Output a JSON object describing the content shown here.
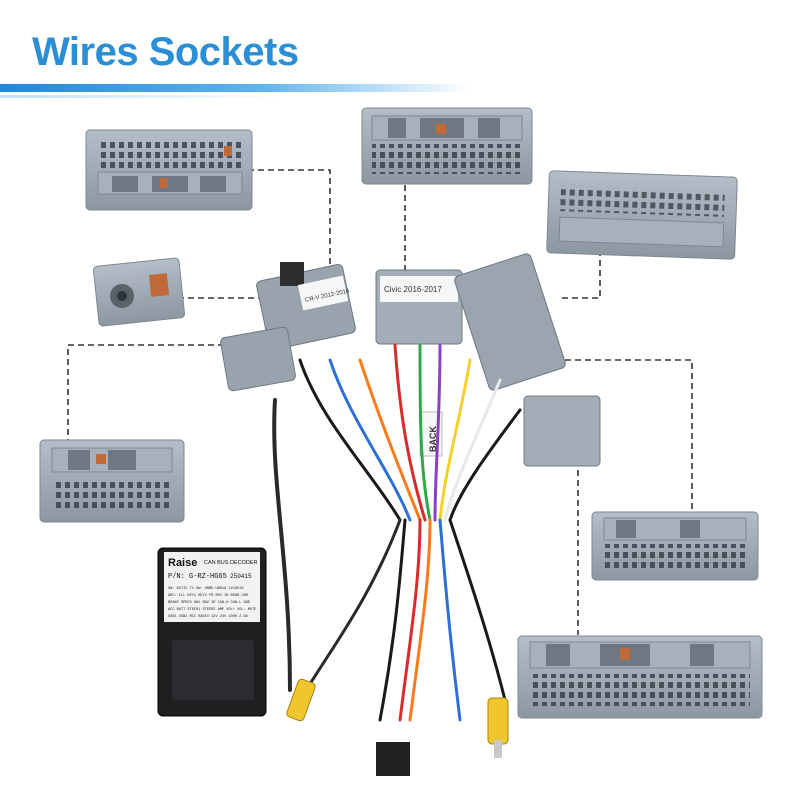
{
  "title": "Wires Sockets",
  "colors": {
    "title": "#2a8fd6",
    "connector": "#9aa5b0",
    "connector_dark": "#6e7882",
    "dashed_line": "#333333"
  },
  "tags": {
    "back": "BACK",
    "civic": "Civic 2016-2017",
    "crv": "CR-V 2012-2016"
  },
  "decoder": {
    "brand": "Raise",
    "type": "CAN BUS DECODER",
    "part_number": "P/N: G-RZ-HG65",
    "date_code": "250415",
    "line1": "SW: KOTIC T1   HW: HNMD-UB816   1210516",
    "line2": "ARC: ILL KEY1 KEY2 FR REV IN REAR CAM",
    "line3": "BRAKE SPEED SW1 SW2 IR CAN-H CAN-L GND",
    "line4": "ACC BATT STEER1 STEER2 AMP VOL+ VOL- MUTE",
    "line5": "USB1 USB2 MIC RADIO 12V 24V 100% 2.0A"
  }
}
